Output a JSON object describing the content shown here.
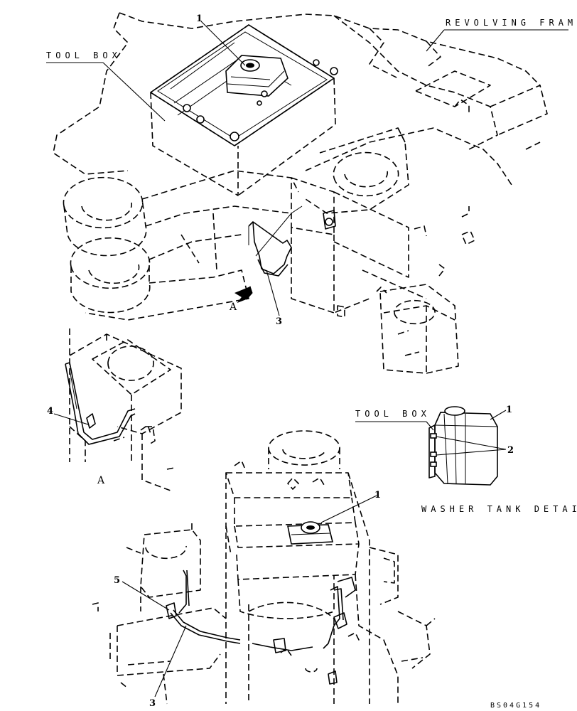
{
  "labels": {
    "tool_box_top": "TOOL BOX",
    "revolving_frame": "REVOLVING FRAM",
    "tool_box_detail": "TOOL BOX",
    "washer_tank_detail": "WASHER TANK DETAI",
    "view_arrow_letter": "A",
    "view_a_caption": "A",
    "drawing_code": "BS04G154"
  },
  "callouts": {
    "washer_tank_top": "1",
    "hose_top": "3",
    "clamp_view_a": "4",
    "washer_tank_detail": "1",
    "bolts_detail": "2",
    "washer_tank_bottom": "1",
    "clip_bottom": "5",
    "hose_bottom": "3"
  }
}
